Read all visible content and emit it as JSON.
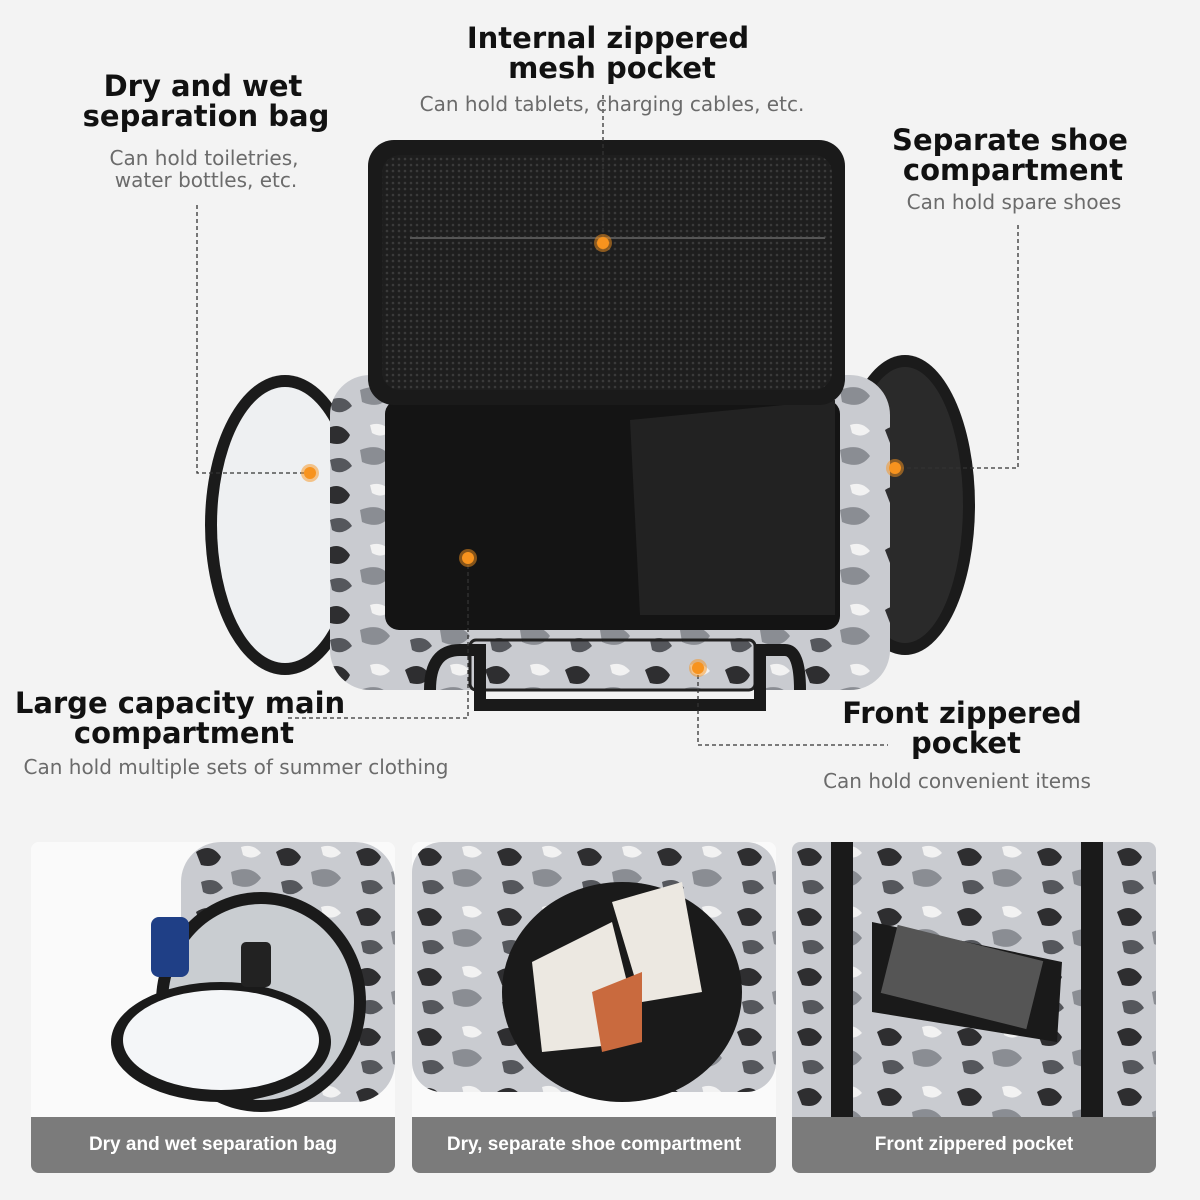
{
  "callouts": {
    "mesh": {
      "title1": "Internal zippered",
      "title2": "mesh pocket",
      "sub": "Can hold tablets, charging cables, etc."
    },
    "drywet": {
      "title1": "Dry and wet",
      "title2": "separation bag",
      "sub1": "Can hold toiletries,",
      "sub2": "water bottles, etc."
    },
    "shoe": {
      "title1": "Separate shoe",
      "title2": "compartment",
      "sub": "Can hold spare shoes"
    },
    "main": {
      "title1": "Large capacity main",
      "title2": "compartment",
      "sub": "Can hold multiple sets of summer clothing"
    },
    "front": {
      "title1": "Front zippered",
      "title2": "pocket",
      "sub": "Can hold convenient items"
    }
  },
  "cards": [
    {
      "caption": "Dry and wet separation bag"
    },
    {
      "caption": "Dry, separate shoe compartment"
    },
    {
      "caption": "Front zippered pocket"
    }
  ],
  "colors": {
    "marker": "#f7931e",
    "caption_bg": "#7b7b7b"
  }
}
